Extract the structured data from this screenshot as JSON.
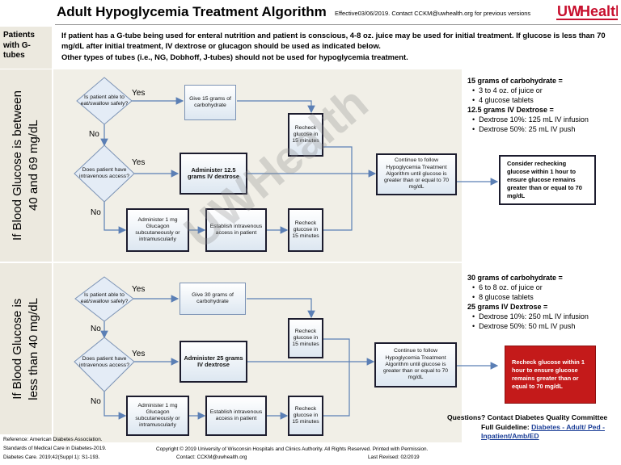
{
  "header": {
    "title": "Adult Hypoglycemia Treatment Algorithm",
    "note": "Effective03/06/2019. Contact CCKM@uwhealth.org for previous versions",
    "logo_text_uw": "UW",
    "logo_text_health": "Health"
  },
  "gtube": {
    "label": "Patients with G-tubes",
    "text_line1": "If patient has a G-tube being used for enteral nutrition and patient is conscious, 4-8 oz. juice may be used for initial treatment. If glucose is less than 70 mg/dL after initial treatment, IV dextrose or glucagon should be used as indicated below.",
    "text_line2": "Other types of tubes (i.e., NG, Dobhoff, J-tubes) should not be used for hypoglycemia treatment."
  },
  "section1": {
    "side_label_1": "If Blood Glucose is between",
    "side_label_2": "40 and 69 mg/dL",
    "q_eat": "Is patient able to eat/swallow safely?",
    "yes1": "Yes",
    "no1": "No",
    "give_carbs": "Give 15 grams of carbohydrate",
    "q_iv": "Does patient have intravenous access?",
    "yes2": "Yes",
    "no2": "No",
    "admin_dextrose": "Administer 12.5 grams IV dextrose",
    "admin_glucagon": "Administer 1 mg Glucagon subcutaneously or intramuscularly",
    "establish_iv": "Establish intravenous access in patient",
    "recheck_top": "Recheck glucose in 15 minutes",
    "recheck_bottom": "Recheck glucose in 15 minutes",
    "continue": "Continue to follow Hypoglycemia Treatment Algorithm until glucose is greater than or equal to 70 mg/dL",
    "carb_heading": "15 grams of carbohydrate =",
    "carb_items": [
      "3 to 4 oz. of juice or",
      "4 glucose tablets"
    ],
    "dex_heading": "12.5 grams IV Dextrose =",
    "dex_items": [
      "Dextrose 10%: 125 mL IV infusion",
      "Dextrose 50%: 25 mL IV push"
    ],
    "result": "Consider rechecking glucose within 1 hour to ensure glucose remains greater than or equal to 70 mg/dL"
  },
  "section2": {
    "side_label_1": "If Blood Glucose is",
    "side_label_2": "less than 40 mg/dL",
    "q_eat": "Is patient able to eat/swallow safely?",
    "yes1": "Yes",
    "no1": "No",
    "give_carbs": "Give 30 grams of carbohydrate",
    "q_iv": "Does patient have intravenous access?",
    "yes2": "Yes",
    "no2": "No",
    "admin_dextrose": "Administer 25 grams IV dextrose",
    "admin_glucagon": "Administer 1 mg Glucagon subcutaneously or intramuscularly",
    "establish_iv": "Establish intravenous access in patient",
    "recheck_top": "Recheck glucose in 15 minutes",
    "recheck_bottom": "Recheck glucose in 15 minutes",
    "continue": "Continue to follow Hypoglycemia Treatment Algorithm until glucose is greater than or equal to 70 mg/dL",
    "carb_heading": "30 grams of carbohydrate =",
    "carb_items": [
      "6 to 8 oz. of juice or",
      "8 glucose tablets"
    ],
    "dex_heading": "25 grams IV Dextrose =",
    "dex_items": [
      "Dextrose 10%: 250 mL IV infusion",
      "Dextrose 50%: 50 mL IV push"
    ],
    "result": "Recheck glucose within 1 hour to ensure glucose remains greater than or equal to 70 mg/dL"
  },
  "questions": "Questions? Contact Diabetes Quality Committee",
  "guideline_label": "Full Guideline:",
  "guideline_link": "Diabetes - Adult/ Ped - Inpatient/Amb/ED",
  "footer": {
    "ref1": "Reference: American Diabetes Association.",
    "ref2": "Standards of Medical Care in Diabetes-2019.",
    "ref3": "Diabetes Care. 2019;42(Suppl 1): S1-193.",
    "copyright": "Copyright © 2019 University of Wisconsin Hospitals and Clinics Authority. All Rights Reserved. Printed with Permission.",
    "contact": "Contact: CCKM@uwhealth.org",
    "revised": "Last Revised: 02/2019"
  },
  "watermark": "UWHealth",
  "colors": {
    "box_border": "#7c93b5",
    "arrow": "#5b7fb5",
    "result1_border": "#1c1c2e",
    "result2_fill": "#c41a1a",
    "logo_red": "#c8102e"
  }
}
